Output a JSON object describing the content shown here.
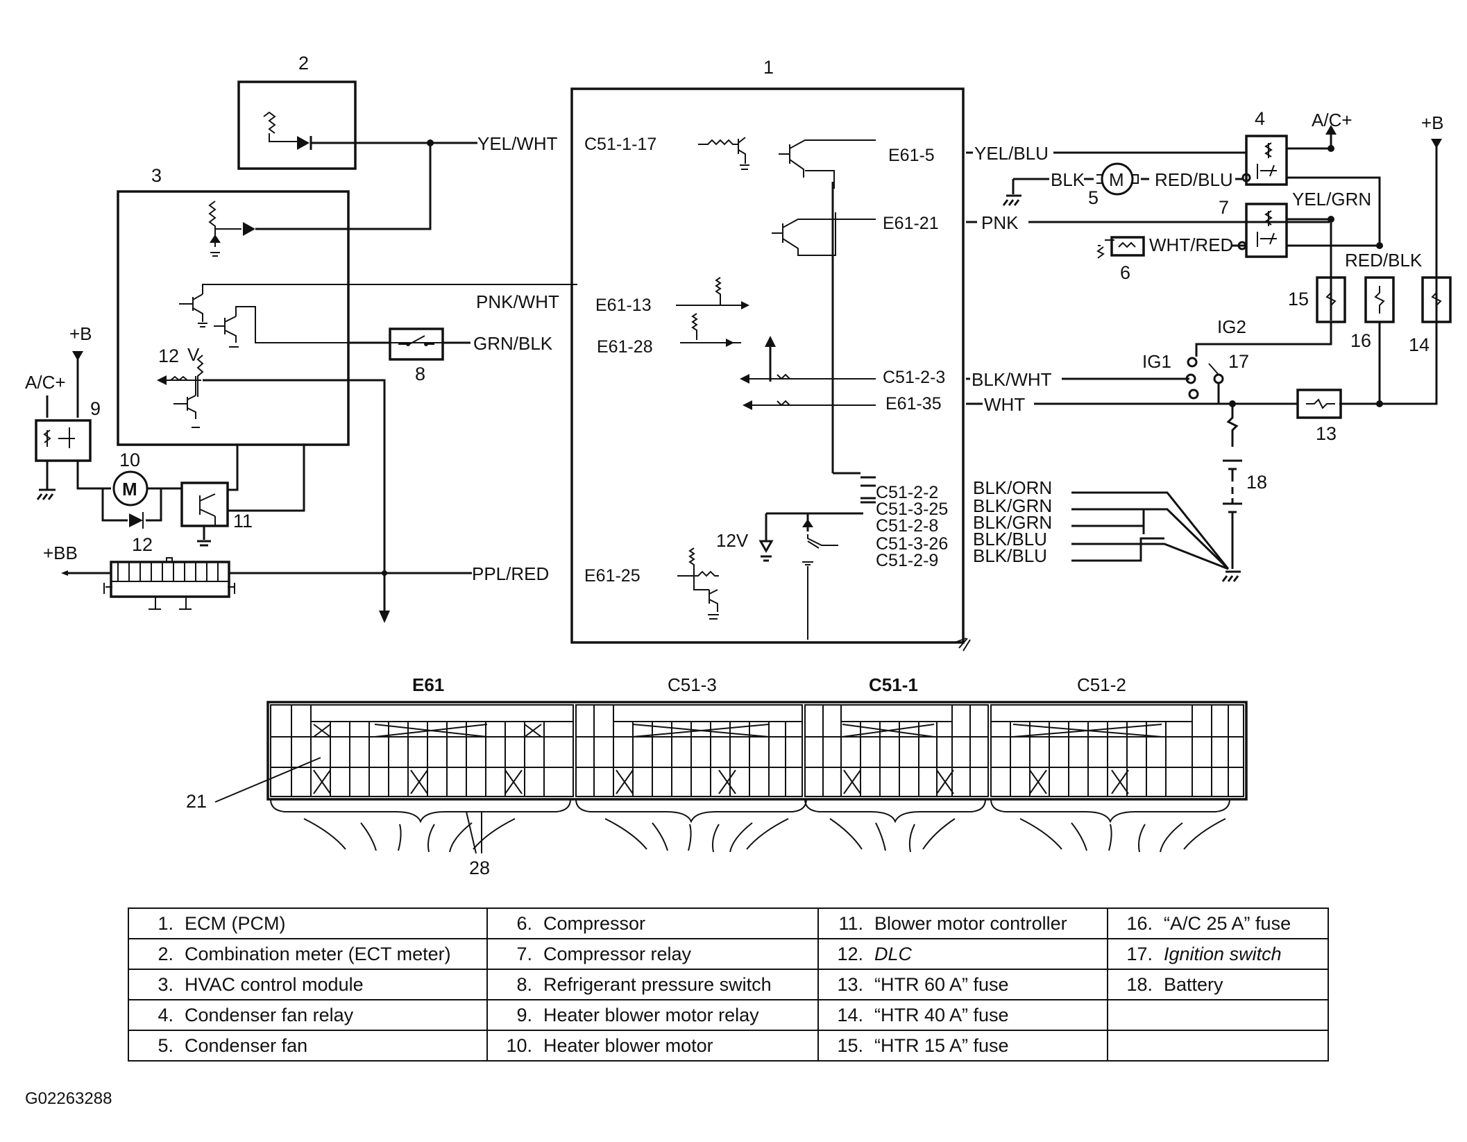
{
  "component_numbers": {
    "ecm": "1",
    "combination_meter": "2",
    "hvac_module": "3",
    "cond_fan_relay": "4",
    "cond_fan": "5",
    "compressor": "6",
    "comp_relay": "7",
    "pressure_switch": "8",
    "blower_relay": "9",
    "blower_motor": "10",
    "blower_controller": "11",
    "dlc_a": "12",
    "dlc_b": "12",
    "fuse_htr60": "13",
    "fuse_htr40": "14",
    "fuse_htr15": "15",
    "fuse_ac25": "16",
    "ignition": "17",
    "battery": "18",
    "pin21": "21",
    "pin28": "28"
  },
  "supply_labels": {
    "plus_b_left": "+B",
    "ac_plus_left": "A/C+",
    "plus_bb": "+BB",
    "ac_plus_right": "A/C+",
    "plus_b_right": "+B",
    "v_label": "V",
    "m5": "M",
    "m10": "M",
    "ig1": "IG1",
    "ig2": "IG2",
    "v12": "12V"
  },
  "wires": {
    "yel_wht": "YEL/WHT",
    "pnk_wht": "PNK/WHT",
    "grn_blk": "GRN/BLK",
    "ppl_red": "PPL/RED",
    "yel_blu": "YEL/BLU",
    "blk": "BLK",
    "red_blu": "RED/BLU",
    "pnk": "PNK",
    "yel_grn": "YEL/GRN",
    "wht_red": "WHT/RED",
    "red_blk": "RED/BLK",
    "blk_wht": "BLK/WHT",
    "wht": "WHT",
    "blk_orn": "BLK/ORN",
    "blk_grn_1": "BLK/GRN",
    "blk_grn_2": "BLK/GRN",
    "blk_blu_1": "BLK/BLU",
    "blk_blu_2": "BLK/BLU"
  },
  "pins": {
    "c51_1_17": "C51-1-17",
    "e61_13": "E61-13",
    "e61_28": "E61-28",
    "e61_25": "E61-25",
    "e61_5": "E61-5",
    "e61_21": "E61-21",
    "c51_2_3": "C51-2-3",
    "e61_35": "E61-35",
    "c51_2_2": "C51-2-2",
    "c51_3_25": "C51-3-25",
    "c51_2_8": "C51-2-8",
    "c51_3_26": "C51-3-26",
    "c51_2_9": "C51-2-9"
  },
  "connectors": {
    "e61": "E61",
    "c51_3": "C51-3",
    "c51_1": "C51-1",
    "c51_2": "C51-2"
  },
  "legend": [
    [
      {
        "n": "1.",
        "t": "ECM (PCM)"
      },
      {
        "n": "6.",
        "t": "Compressor"
      },
      {
        "n": "11.",
        "t": "Blower motor controller"
      },
      {
        "n": "16.",
        "t": "“A/C 25 A” fuse"
      }
    ],
    [
      {
        "n": "2.",
        "t": "Combination meter (ECT meter)"
      },
      {
        "n": "7.",
        "t": "Compressor relay"
      },
      {
        "n": "12.",
        "t": "DLC"
      },
      {
        "n": "17.",
        "t": "Ignition switch"
      }
    ],
    [
      {
        "n": "3.",
        "t": "HVAC control module"
      },
      {
        "n": "8.",
        "t": "Refrigerant pressure switch"
      },
      {
        "n": "13.",
        "t": "“HTR 60 A” fuse"
      },
      {
        "n": "18.",
        "t": "Battery"
      }
    ],
    [
      {
        "n": "4.",
        "t": "Condenser fan relay"
      },
      {
        "n": "9.",
        "t": "Heater blower motor relay"
      },
      {
        "n": "14.",
        "t": "“HTR 40 A” fuse"
      },
      {
        "n": "",
        "t": ""
      }
    ],
    [
      {
        "n": "5.",
        "t": "Condenser fan"
      },
      {
        "n": "10.",
        "t": "Heater blower motor"
      },
      {
        "n": "15.",
        "t": "“HTR 15 A” fuse"
      },
      {
        "n": "",
        "t": ""
      }
    ]
  ],
  "figure_id": "G02263288"
}
